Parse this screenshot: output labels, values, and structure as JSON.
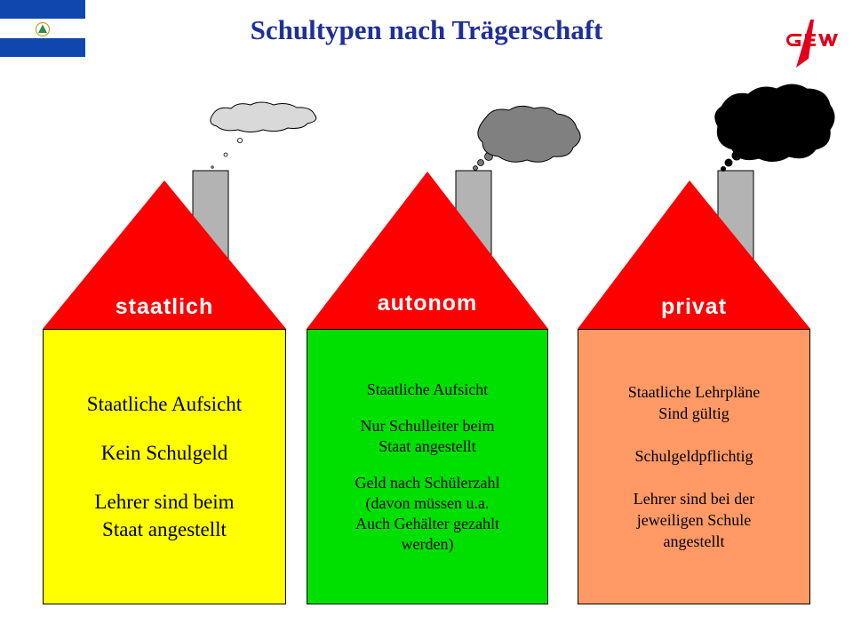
{
  "slide": {
    "title": "Schultypen nach Trägerschaft"
  },
  "flag": {
    "icon": "nicaragua-flag-icon",
    "band_color": "#0f47af",
    "emblem_color": "#2e8b57"
  },
  "logo": {
    "icon": "gew-logo-icon",
    "text": "GEW",
    "color": "#e2001a"
  },
  "colors": {
    "title": "#1f2f9a",
    "roof": "#ff0000",
    "chimney": "#b3b3b3",
    "state_body": "#ffff00",
    "autonomous_body": "#00e000",
    "private_body": "#ff9966"
  },
  "houses": [
    {
      "label": "staatlich",
      "smoke": "light-smoke-cloud-icon",
      "lines": [
        [
          "Staatliche Aufsicht"
        ],
        [
          "Kein Schulgeld"
        ],
        [
          "Lehrer sind beim",
          "Staat angestellt"
        ]
      ]
    },
    {
      "label": "autonom",
      "smoke": "grey-smoke-cloud-icon",
      "lines": [
        [
          "Staatliche Aufsicht"
        ],
        [
          "Nur Schulleiter beim",
          "Staat angestellt"
        ],
        [
          "Geld nach Schülerzahl",
          "(davon müssen u.a.",
          "Auch Gehälter gezahlt",
          "werden)"
        ]
      ]
    },
    {
      "label": "privat",
      "smoke": "black-smoke-cloud-icon",
      "lines": [
        [
          "Staatliche Lehrpläne",
          "Sind gültig"
        ],
        [
          "Schulgeldpflichtig"
        ],
        [
          "Lehrer sind bei der",
          "jeweiligen Schule",
          "angestellt"
        ]
      ]
    }
  ]
}
